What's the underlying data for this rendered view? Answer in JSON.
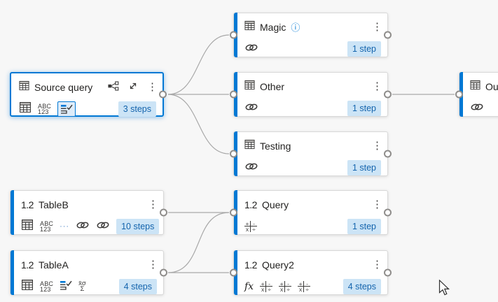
{
  "canvas": {
    "accent_color": "#0078d4",
    "badge_bg": "#cce4f6",
    "badge_text": "#1464ad",
    "edge_color": "#a8a8a8",
    "background": "#f7f7f7"
  },
  "glyphs": {
    "kebab": "⋮",
    "info": "ⓘ",
    "abc": "ABC",
    "num": "123",
    "dots": "···",
    "stats_top": "x̄σ",
    "stats_sum": "Σ",
    "fx": "fx",
    "math_plus": "+",
    "math_minus": "-",
    "math_times": "x",
    "math_div": "÷"
  },
  "nodes": [
    {
      "id": "source-query",
      "title": "Source query",
      "steps_label": "3 steps",
      "selected": true
    },
    {
      "id": "magic",
      "title": "Magic",
      "steps_label": "1 step"
    },
    {
      "id": "other",
      "title": "Other",
      "steps_label": "1 step"
    },
    {
      "id": "testing",
      "title": "Testing",
      "steps_label": "1 step"
    },
    {
      "id": "output",
      "title": "Outp"
    },
    {
      "id": "tableb",
      "type_label": "1.2",
      "title": "TableB",
      "steps_label": "10 steps"
    },
    {
      "id": "tablea",
      "type_label": "1.2",
      "title": "TableA",
      "steps_label": "4 steps"
    },
    {
      "id": "query",
      "type_label": "1.2",
      "title": "Query",
      "steps_label": "1 step"
    },
    {
      "id": "query2",
      "type_label": "1.2",
      "title": "Query2",
      "steps_label": "4 steps"
    }
  ],
  "edges": [
    {
      "from": "source-query",
      "to": "magic"
    },
    {
      "from": "source-query",
      "to": "other"
    },
    {
      "from": "source-query",
      "to": "testing"
    },
    {
      "from": "other",
      "to": "output"
    },
    {
      "from": "tableb",
      "to": "query"
    },
    {
      "from": "tablea",
      "to": "query"
    },
    {
      "from": "tablea",
      "to": "query2"
    }
  ]
}
